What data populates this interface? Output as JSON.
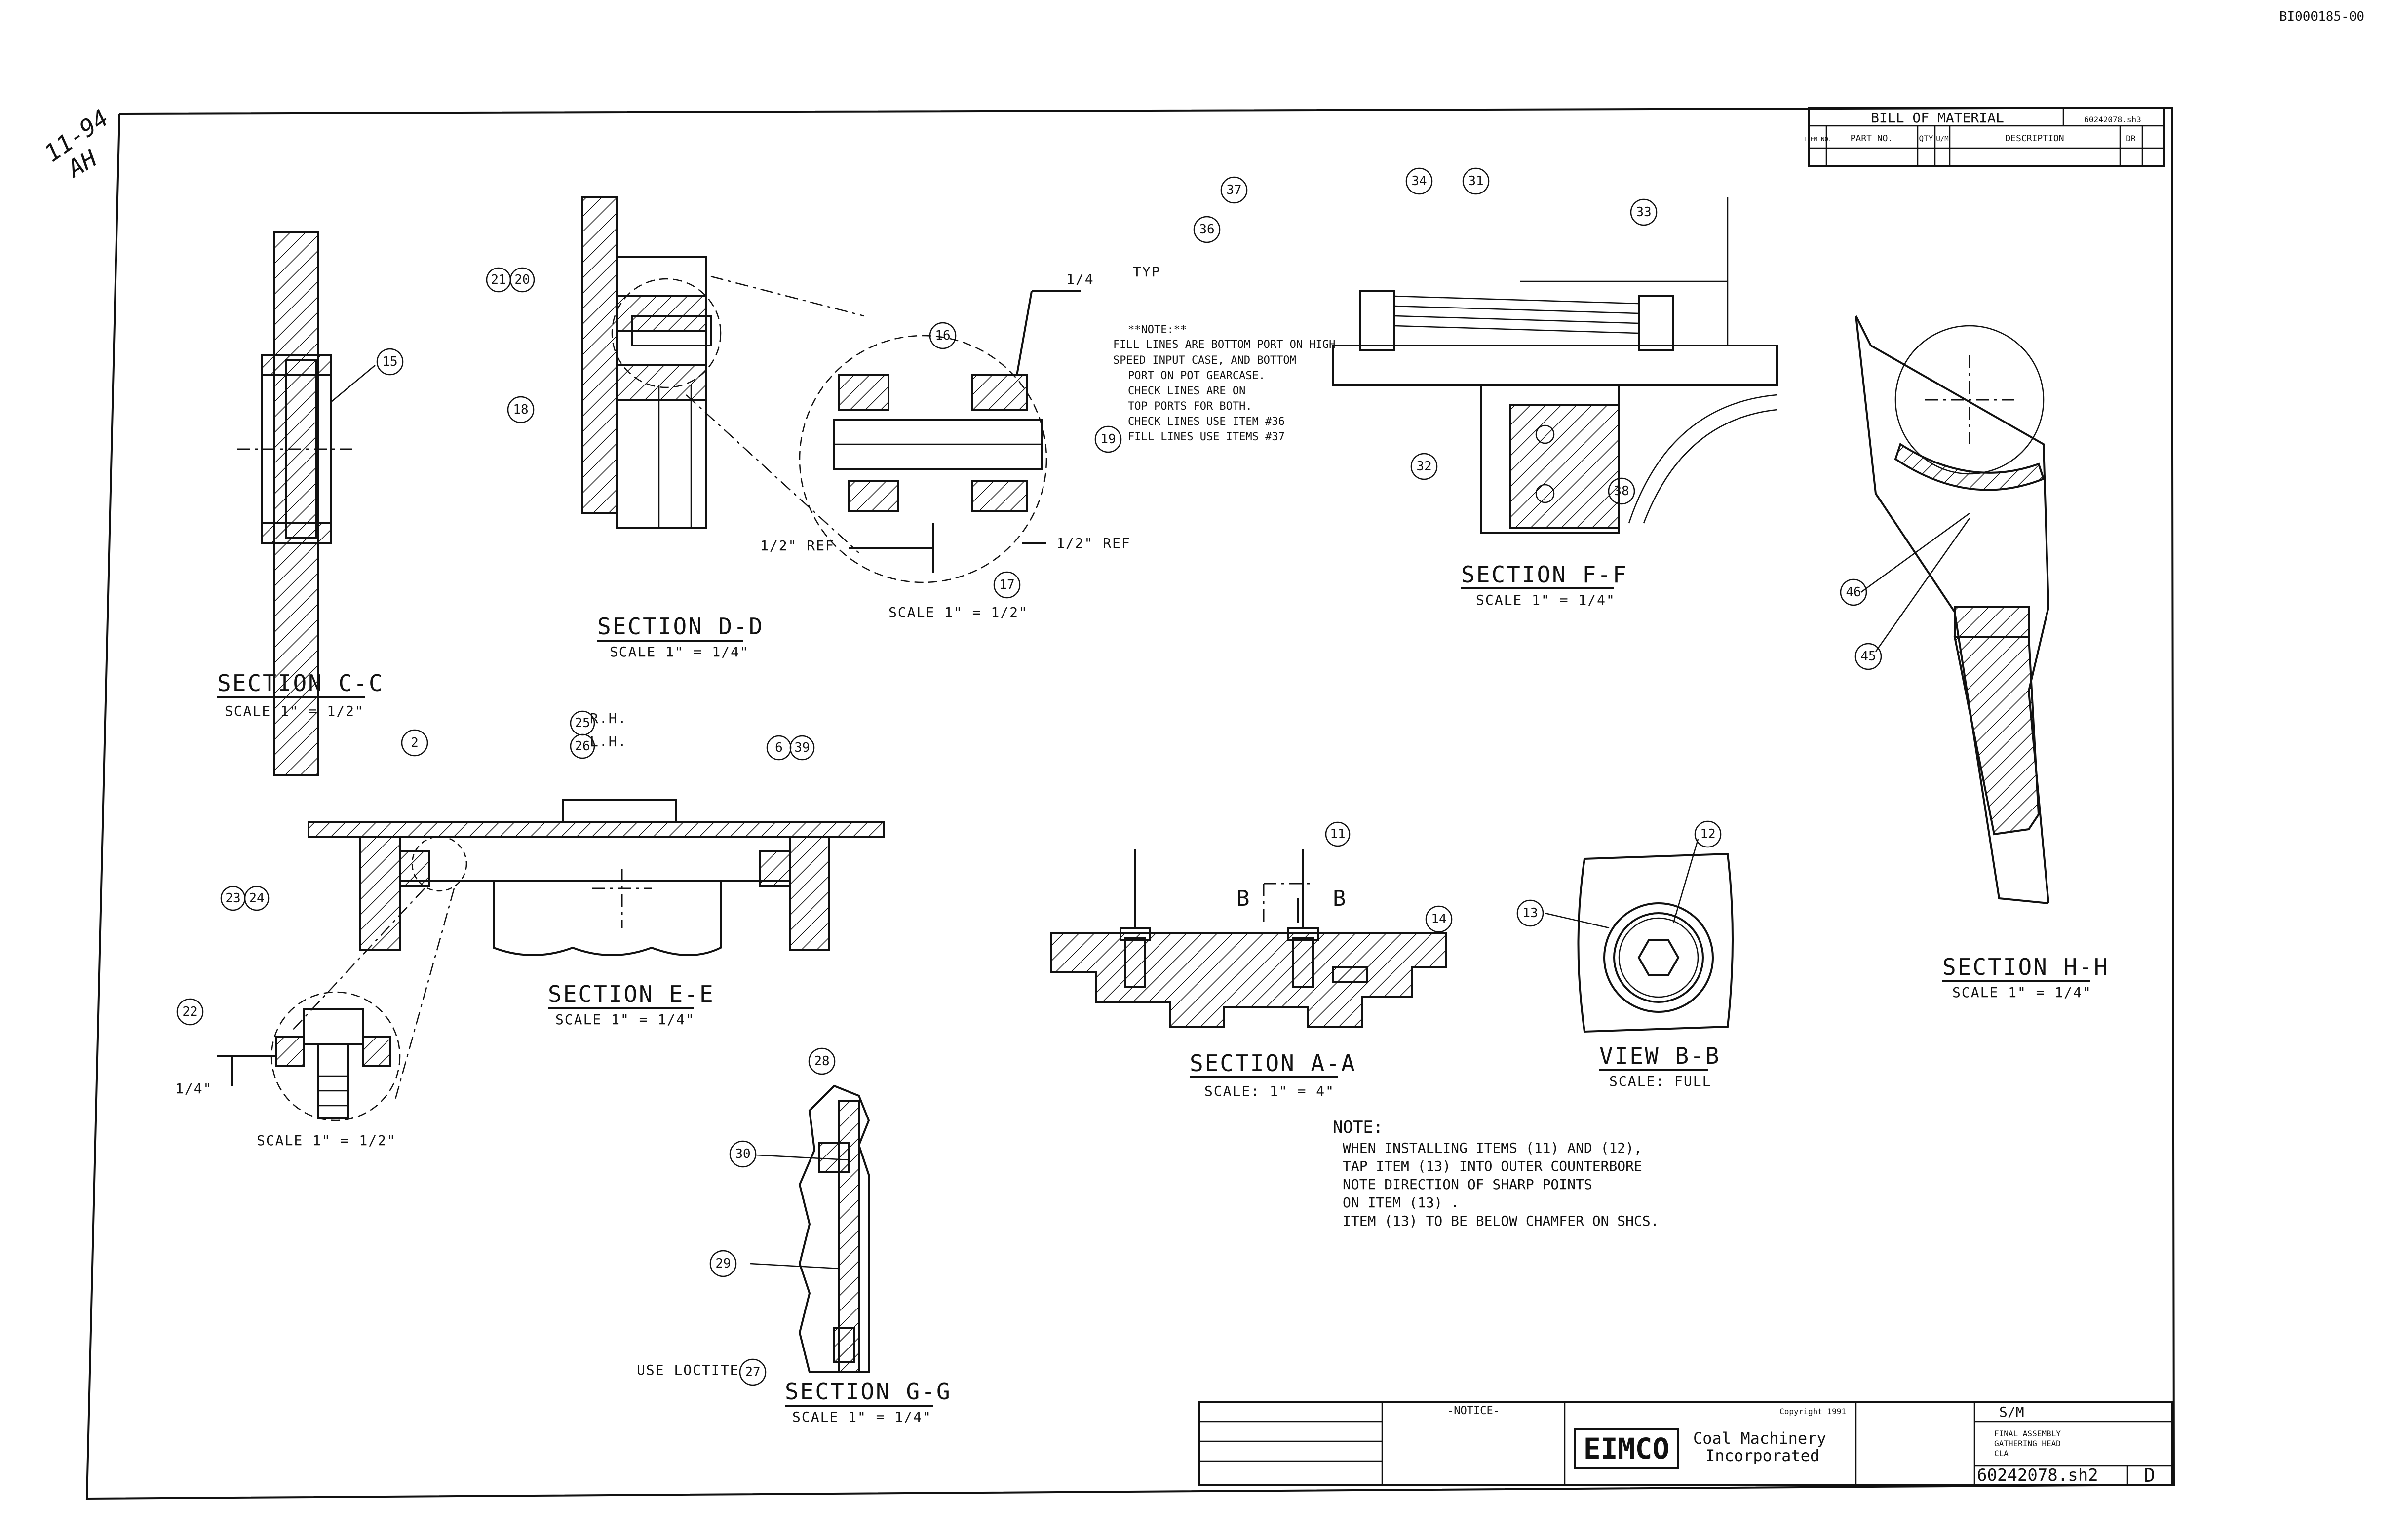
{
  "doc_id": "BI000185-00",
  "handwritten": [
    "11-94",
    "AH"
  ],
  "bill_of_material": {
    "title": "BILL OF MATERIAL",
    "headers": [
      "ITEM NO.",
      "PART NO.",
      "QTY",
      "U/M",
      "DESCRIPTION",
      "DR"
    ],
    "dwg_no": "60242078.sh3"
  },
  "sections": {
    "cc": {
      "title": "SECTION C-C",
      "scale": "SCALE 1\" = 1/2\""
    },
    "dd": {
      "title": "SECTION D-D",
      "scale": "SCALE 1\" = 1/4\""
    },
    "detail_dd": {
      "scale": "SCALE 1\" = 1/2\"",
      "ref_left": "1/2\" REF",
      "ref_right": "1/2\" REF",
      "weld": "1/4",
      "typ": "TYP"
    },
    "ff": {
      "title": "SECTION F-F",
      "scale": "SCALE 1\" = 1/4\""
    },
    "hh": {
      "title": "SECTION H-H",
      "scale": "SCALE 1\" = 1/4\""
    },
    "ee": {
      "title": "SECTION E-E",
      "scale": "SCALE 1\" = 1/4\"",
      "rh": "R.H.",
      "lh": "L.H."
    },
    "detail_ee": {
      "scale": "SCALE 1\" = 1/2\"",
      "dim": "1/4\""
    },
    "aa": {
      "title": "SECTION A-A",
      "scale": "SCALE: 1\" = 4\"",
      "b": "B"
    },
    "bb": {
      "title": "VIEW B-B",
      "scale": "SCALE: FULL"
    },
    "gg": {
      "title": "SECTION G-G",
      "scale": "SCALE 1\" = 1/4\"",
      "loctite": "USE LOCTITE"
    }
  },
  "fill_note": [
    "**NOTE:**",
    "FILL LINES ARE BOTTOM PORT ON HIGH",
    "SPEED INPUT CASE, AND BOTTOM",
    "PORT ON POT GEARCASE.",
    "CHECK LINES ARE ON",
    "TOP PORTS FOR BOTH.",
    "CHECK LINES USE ITEM #36",
    "FILL LINES USE ITEMS #37"
  ],
  "main_note": [
    "NOTE:",
    "WHEN INSTALLING ITEMS (11) AND (12),",
    "TAP ITEM (13) INTO OUTER COUNTERBORE",
    "NOTE DIRECTION OF SHARP POINTS",
    "ON ITEM (13) .",
    "ITEM (13) TO BE BELOW CHAMFER ON SHCS."
  ],
  "callouts": [
    "15",
    "21",
    "20",
    "18",
    "16",
    "19",
    "17",
    "37",
    "36",
    "34",
    "31",
    "33",
    "32",
    "38",
    "46",
    "45",
    "2",
    "25",
    "26",
    "6",
    "39",
    "23",
    "24",
    "22",
    "12",
    "13",
    "11",
    "14",
    "28",
    "30",
    "29",
    "27"
  ],
  "title_block": {
    "notice": "-NOTICE-",
    "company_logo": "EIMCO",
    "company": [
      "Coal Machinery",
      "Incorporated"
    ],
    "sheet_size": "S/M",
    "title": [
      "FINAL ASSEMBLY",
      "GATHERING HEAD",
      "CLA"
    ],
    "dwg_number": "60242078.sh2",
    "rev": "D",
    "copyright": "Copyright 1991"
  }
}
